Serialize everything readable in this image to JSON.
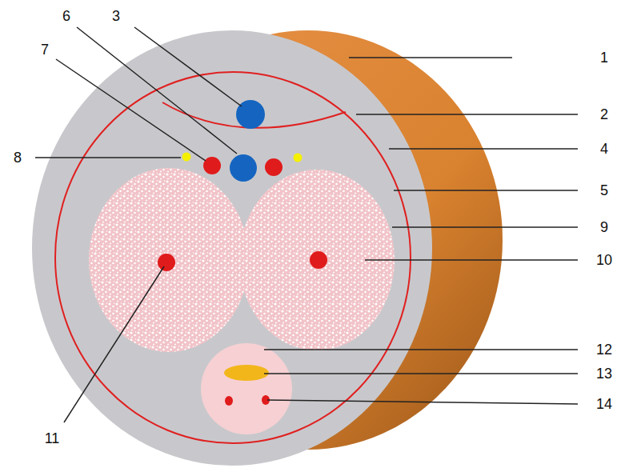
{
  "diagram": {
    "labels": [
      "3",
      "6",
      "1",
      "7",
      "2",
      "8",
      "4",
      "5",
      "9",
      "10",
      "12",
      "13",
      "14",
      "11"
    ]
  }
}
